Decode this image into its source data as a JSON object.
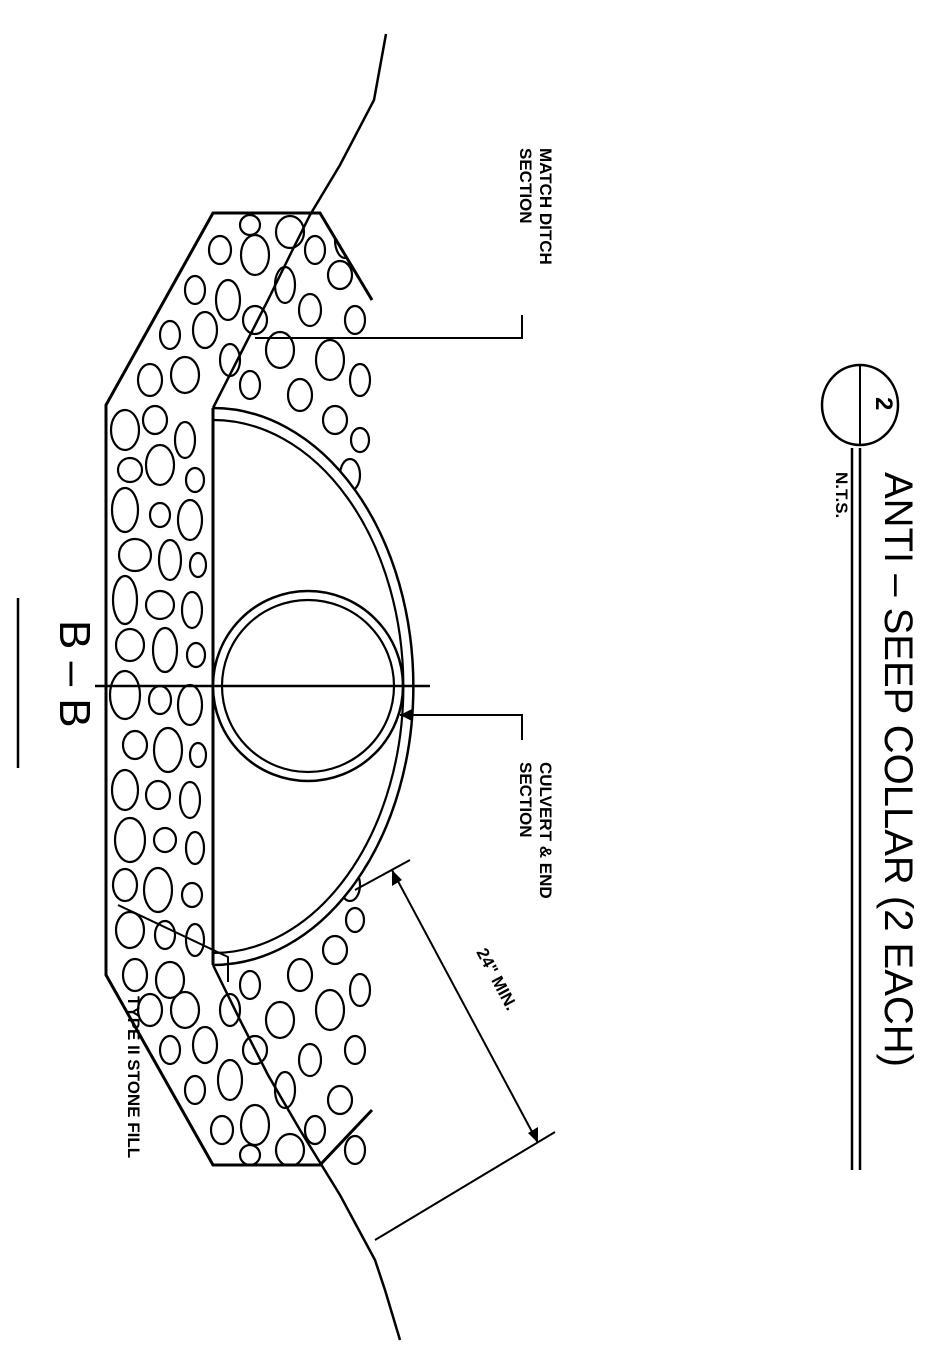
{
  "title": {
    "detail_number": "2",
    "text": "ANTI – SEEP COLLAR (2 EACH)",
    "scale_note": "N.T.S."
  },
  "section_label": "B – B",
  "labels": {
    "match_ditch_line1": "MATCH DITCH",
    "match_ditch_line2": "SECTION",
    "culvert_line1": "CULVERT & END",
    "culvert_line2": "SECTION",
    "dimension": "24\" MIN.",
    "stone_fill": "TYPE II STONE FILL"
  },
  "colors": {
    "line": "#000000",
    "paper": "#ffffff"
  }
}
